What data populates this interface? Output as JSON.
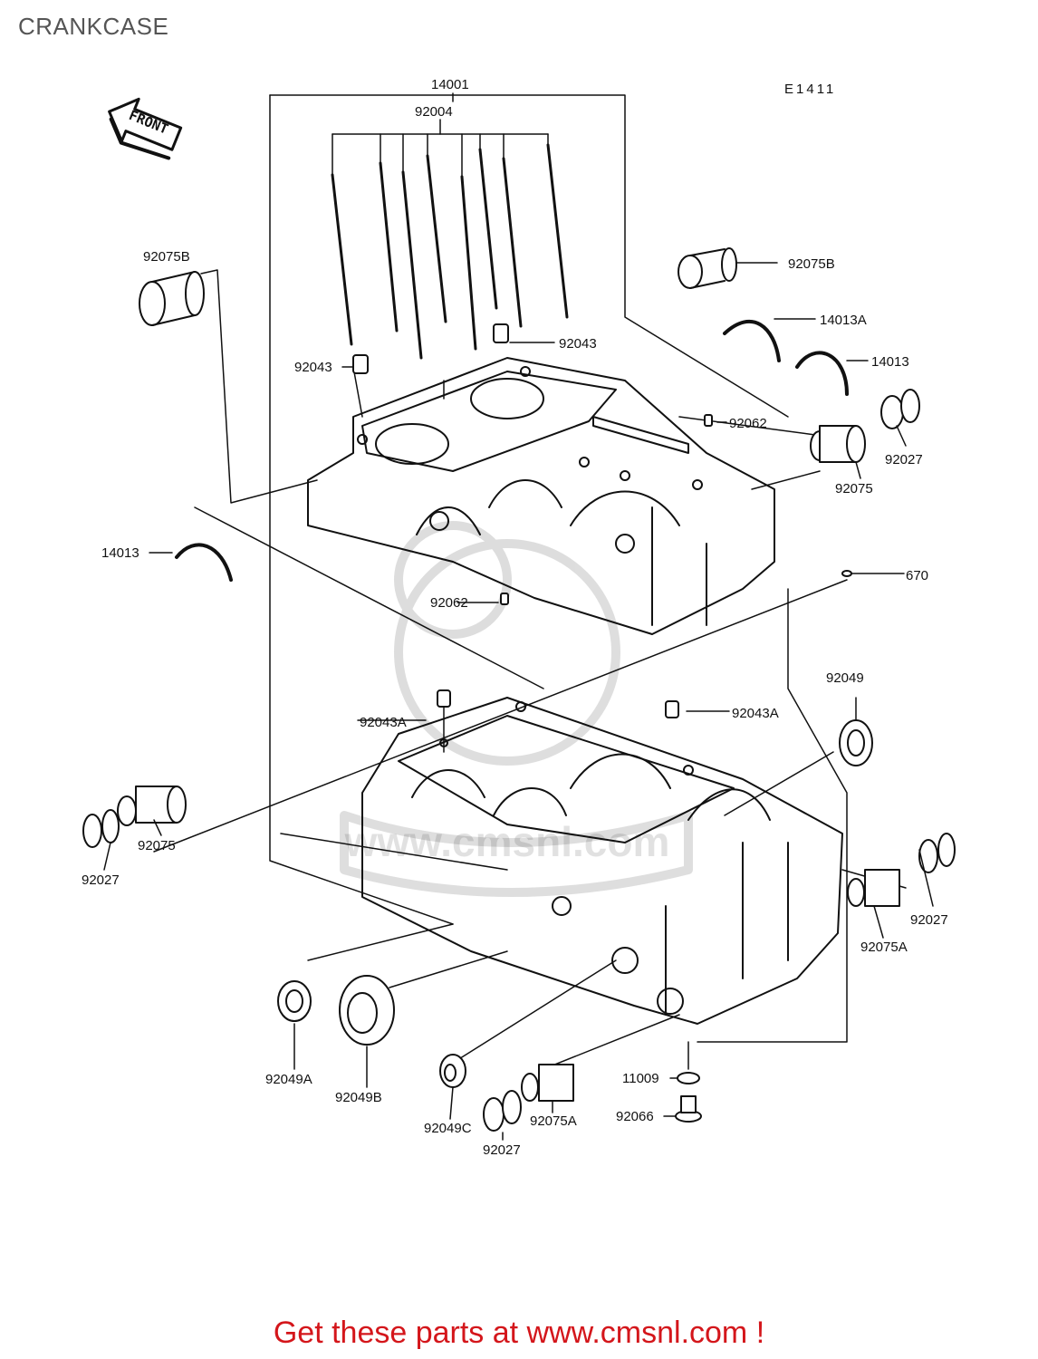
{
  "page": {
    "title": "CRANKCASE"
  },
  "diagram": {
    "code": "E1411",
    "front_label": "FRONT",
    "watermark": "www.cmsnl.com",
    "parts": [
      "14001",
      "92004",
      "92075B",
      "92075B",
      "14013A",
      "92043",
      "92043",
      "14013",
      "92062",
      "92027",
      "92075",
      "14013",
      "670",
      "92062",
      "92049",
      "92043A",
      "92043A",
      "92075",
      "92027",
      "92027",
      "92075A",
      "92049A",
      "92049B",
      "11009",
      "92066",
      "92049C",
      "92075A",
      "92027"
    ]
  },
  "footer": {
    "text": "Get these parts at www.cmsnl.com !"
  }
}
